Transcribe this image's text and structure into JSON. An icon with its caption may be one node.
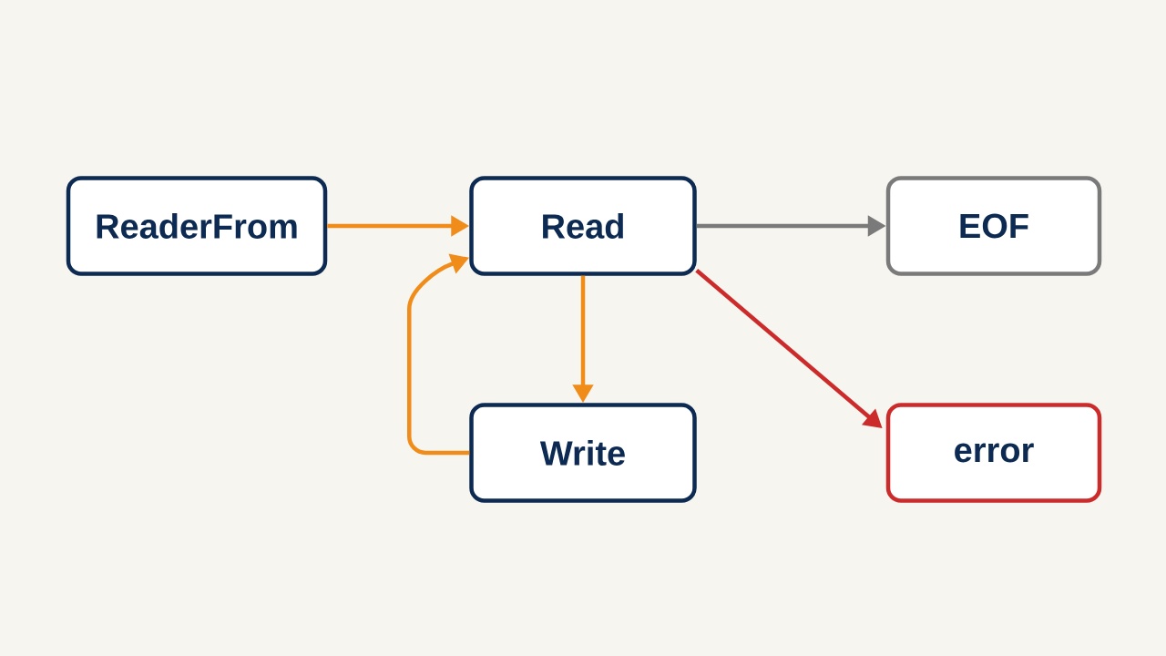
{
  "diagram": {
    "nodes": [
      {
        "text": [
          "ReaderFrom"
        ]
      },
      {
        "text": [
          "Read"
        ]
      },
      {
        "text": [
          "EOF"
        ]
      },
      {
        "text": [
          "Write"
        ]
      },
      {
        "text": [
          "error"
        ]
      }
    ],
    "edges": [
      {
        "from": 0,
        "to": 1,
        "arrow": "to"
      },
      {
        "from": 1,
        "to": 2,
        "arrow": "to",
        "color": "#7a7a7a"
      },
      {
        "from": 1,
        "to": 3,
        "arrow": "to"
      },
      {
        "from": 3,
        "to": 1,
        "arrow": "to"
      },
      {
        "from": 1,
        "to": 4,
        "arrow": "to",
        "color": "#cc2b2b"
      }
    ]
  }
}
